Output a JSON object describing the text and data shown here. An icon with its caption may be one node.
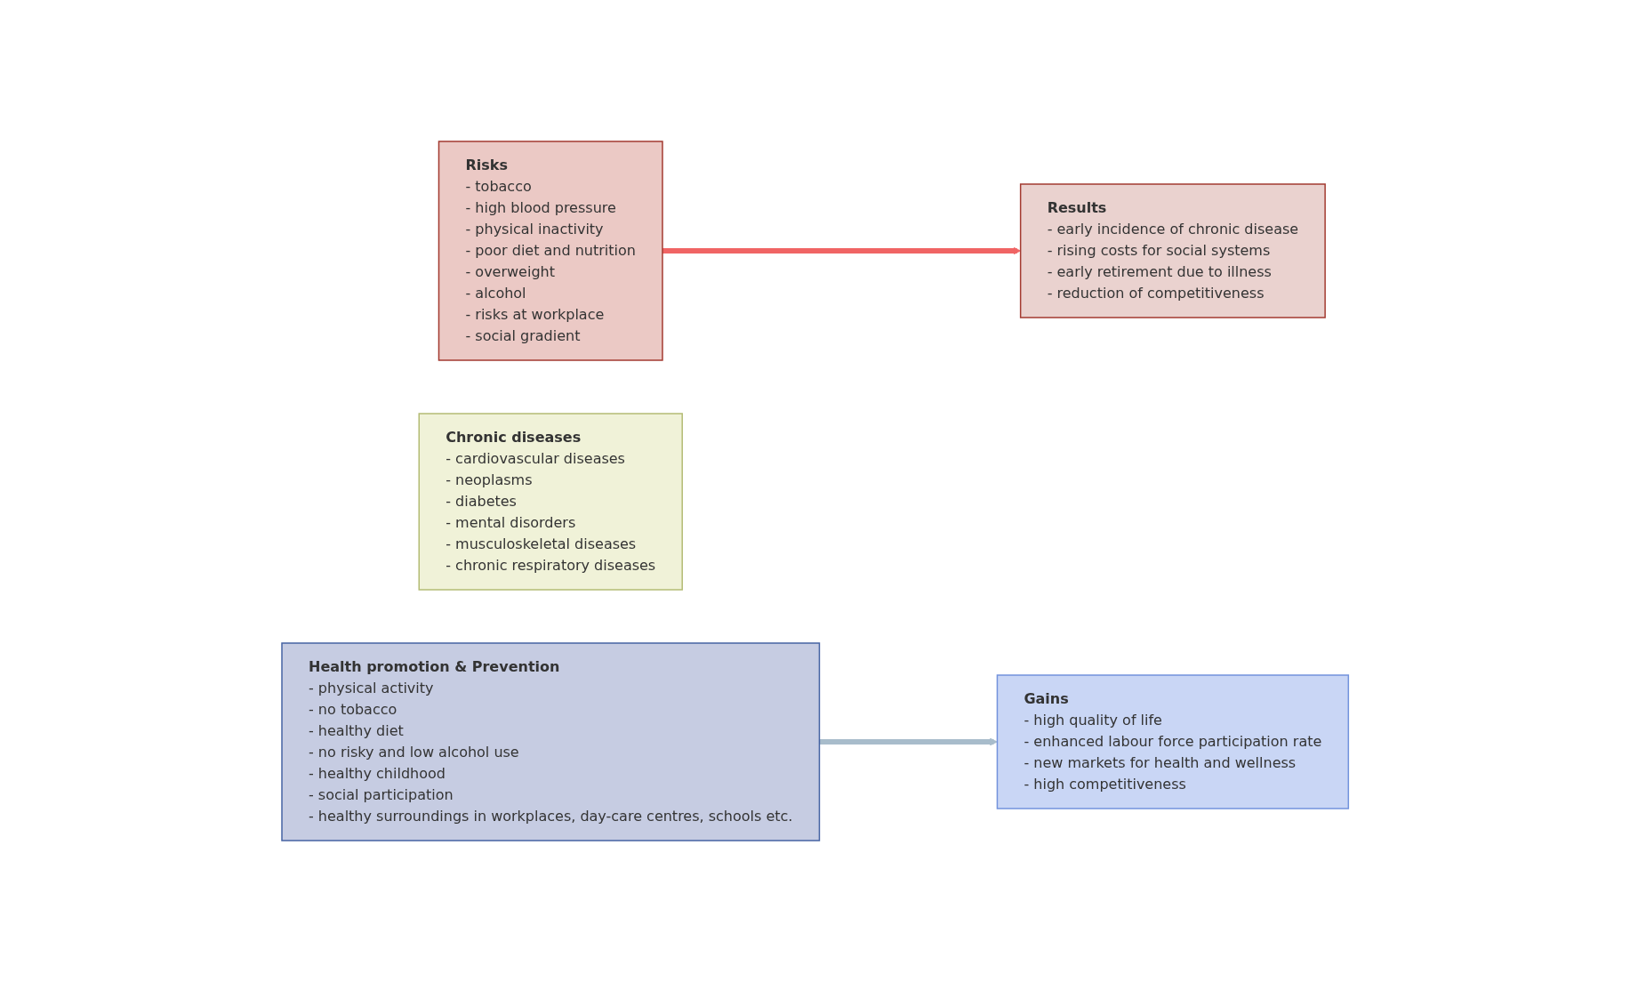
{
  "diagram": {
    "nodes": [
      {
        "text": [
          "Risks",
          "- tobacco",
          "- high blood pressure",
          "- physical inactivity",
          "- poor diet and nutrition",
          "- overweight",
          "- alcohol",
          "- risks at workplace",
          "- social gradient"
        ]
      },
      {
        "text": [
          "Results",
          "- early incidence of chronic disease",
          "- rising costs for social systems",
          "- early retirement due to illness",
          "- reduction of competitiveness"
        ]
      },
      {
        "text": [
          "Chronic diseases",
          "- cardiovascular diseases",
          "- neoplasms",
          "- diabetes",
          "- mental disorders",
          "- musculoskeletal diseases",
          "- chronic respiratory diseases"
        ]
      },
      {
        "text": [
          "Gains",
          "- high quality of life",
          "- enhanced labour force participation rate",
          "- new markets for health and wellness",
          "- high competitiveness"
        ]
      },
      {
        "text": [
          "Health promotion & Prevention",
          "- physical activity",
          "- no tobacco",
          "- healthy diet",
          "- no risky and low alcohol use",
          "- healthy childhood",
          "- social participation",
          "- healthy surroundings in workplaces, day-care centres, schools etc."
        ]
      }
    ],
    "edges": [
      {
        "from": 0,
        "to": 1,
        "arrow": "to",
        "color": "#f06464"
      },
      {
        "from": 4,
        "to": 3,
        "arrow": "to",
        "color": "#a8bccb"
      }
    ]
  }
}
